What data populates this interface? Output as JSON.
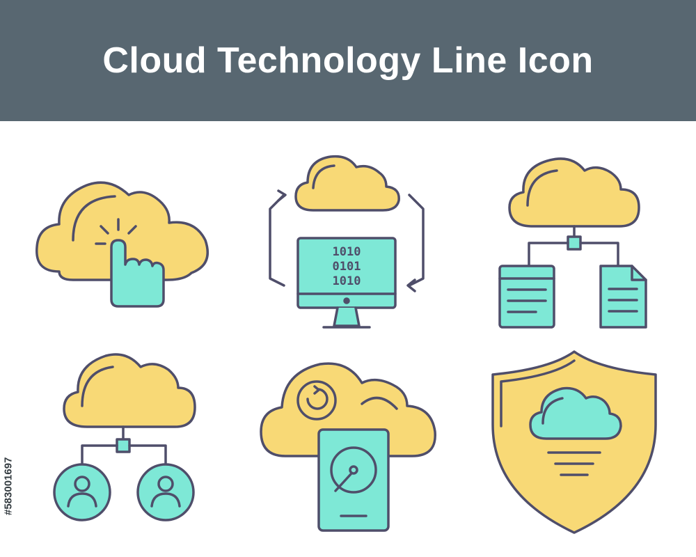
{
  "header": {
    "title": "Cloud Technology Line Icon"
  },
  "side_label": "#583001697",
  "colors": {
    "banner": "#586771",
    "yellow": "#f8d976",
    "cyan": "#7ee8d6",
    "outline": "#4f4e6a"
  },
  "icons": [
    {
      "name": "cloud-click-icon"
    },
    {
      "name": "cloud-data-sync-icon",
      "binary_rows": [
        "1010",
        "0101",
        "1010"
      ]
    },
    {
      "name": "cloud-file-network-icon"
    },
    {
      "name": "cloud-users-network-icon"
    },
    {
      "name": "cloud-backup-hard-drive-icon"
    },
    {
      "name": "cloud-security-shield-icon"
    }
  ]
}
